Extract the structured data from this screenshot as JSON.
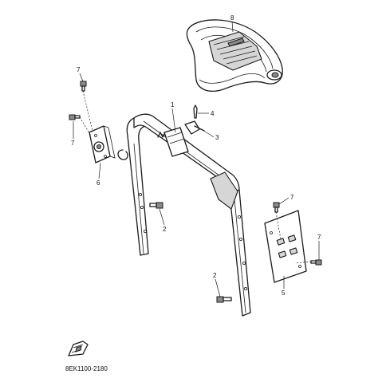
{
  "callouts": {
    "p1": "1",
    "p2a": "2",
    "p2b": "2",
    "p3": "3",
    "p4": "4",
    "p5": "5",
    "p6": "6",
    "p7a": "7",
    "p7b": "7",
    "p7c": "7",
    "p7d": "7",
    "p8": "8"
  },
  "drawing_code": "8EK1100-2180"
}
